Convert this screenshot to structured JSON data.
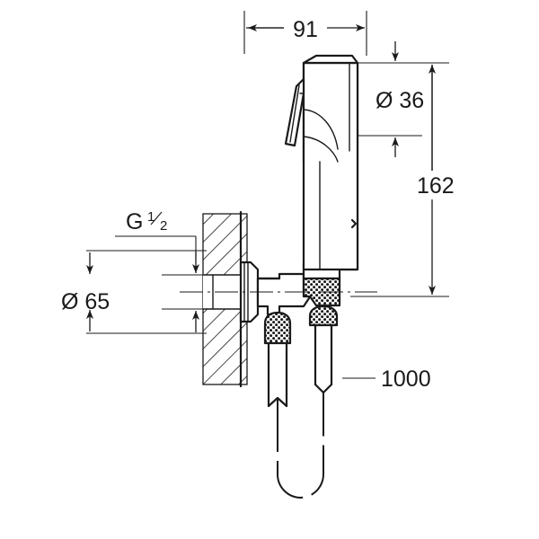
{
  "drawing": {
    "title": "Hand shower wall set technical dimension drawing",
    "units": "mm",
    "line_color": "#1a1a1a",
    "background_color": "#ffffff"
  },
  "dimensions": {
    "width_91": {
      "label": "91",
      "value": 91,
      "orientation": "horizontal",
      "name": "projection-depth"
    },
    "diameter_36": {
      "label": "Ø 36",
      "symbol": "Ø",
      "value": 36,
      "orientation": "vertical",
      "name": "spray-head-diameter"
    },
    "height_162": {
      "label": "162",
      "value": 162,
      "orientation": "vertical",
      "name": "overall-height"
    },
    "thread_g_half": {
      "label": "G",
      "numerator": "1",
      "denominator": "2",
      "full": "G 1/2",
      "name": "inlet-thread-size"
    },
    "diameter_65": {
      "label": "Ø 65",
      "symbol": "Ø",
      "value": 65,
      "orientation": "vertical",
      "name": "wall-flange-diameter"
    },
    "hose_1000": {
      "label": "1000",
      "value": 1000,
      "orientation": "leader",
      "name": "hose-length"
    }
  },
  "components": {
    "spray_head": "trigger-spray-head",
    "trigger": "spray-trigger-lever",
    "wall": "sectioned-wall",
    "wall_union": "wall-union-elbow",
    "flange": "wall-flange-escutcheon",
    "knurled_nut_left": "knurled-coupling-nut",
    "knurled_nut_right": "knurled-coupling-nut",
    "hose": "flexible-shower-hose"
  }
}
